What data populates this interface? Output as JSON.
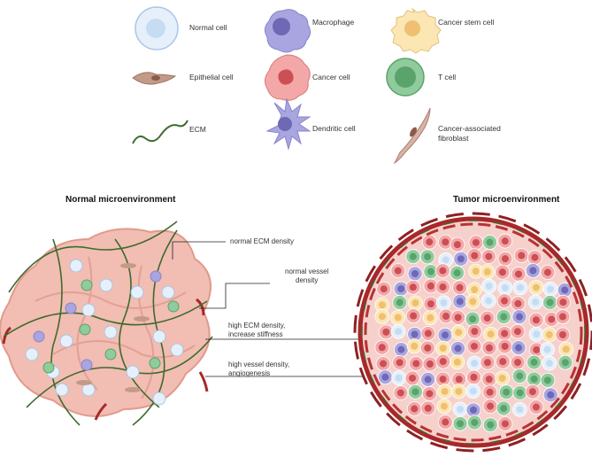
{
  "legend": {
    "normal_cell": "Normal cell",
    "macrophage": "Macrophage",
    "cancer_stem_cell": "Cancer stem cell",
    "epithelial_cell": "Epithelial cell",
    "cancer_cell": "Cancer cell",
    "t_cell": "T cell",
    "ecm": "ECM",
    "dendritic_cell": "Dendritic cell",
    "caf_line1": "Cancer-associated",
    "caf_line2": "fibroblast"
  },
  "titles": {
    "normal": "Normal microenvironment",
    "tumor": "Tumor microenvironment"
  },
  "callouts": {
    "ecm_density": "normal ECM density",
    "vessel_line1": "normal vessel",
    "vessel_line2": "density",
    "high_ecm_line1": "high ECM density,",
    "high_ecm_line2": "increase stiffness",
    "high_vessel_line1": "high vessel density,",
    "high_vessel_line2": "angiogenesis"
  },
  "colors": {
    "normal_cell": "#dbe9f7",
    "macrophage": "#9b97d6",
    "cancer_stem_cell": "#f7dca0",
    "epithelial": "#b88b78",
    "cancer_cell": "#ee9b9b",
    "t_cell": "#77bb88",
    "ecm": "#3d6b2e",
    "vessel": "#a8282a",
    "tissue": "#f3c0b6"
  }
}
